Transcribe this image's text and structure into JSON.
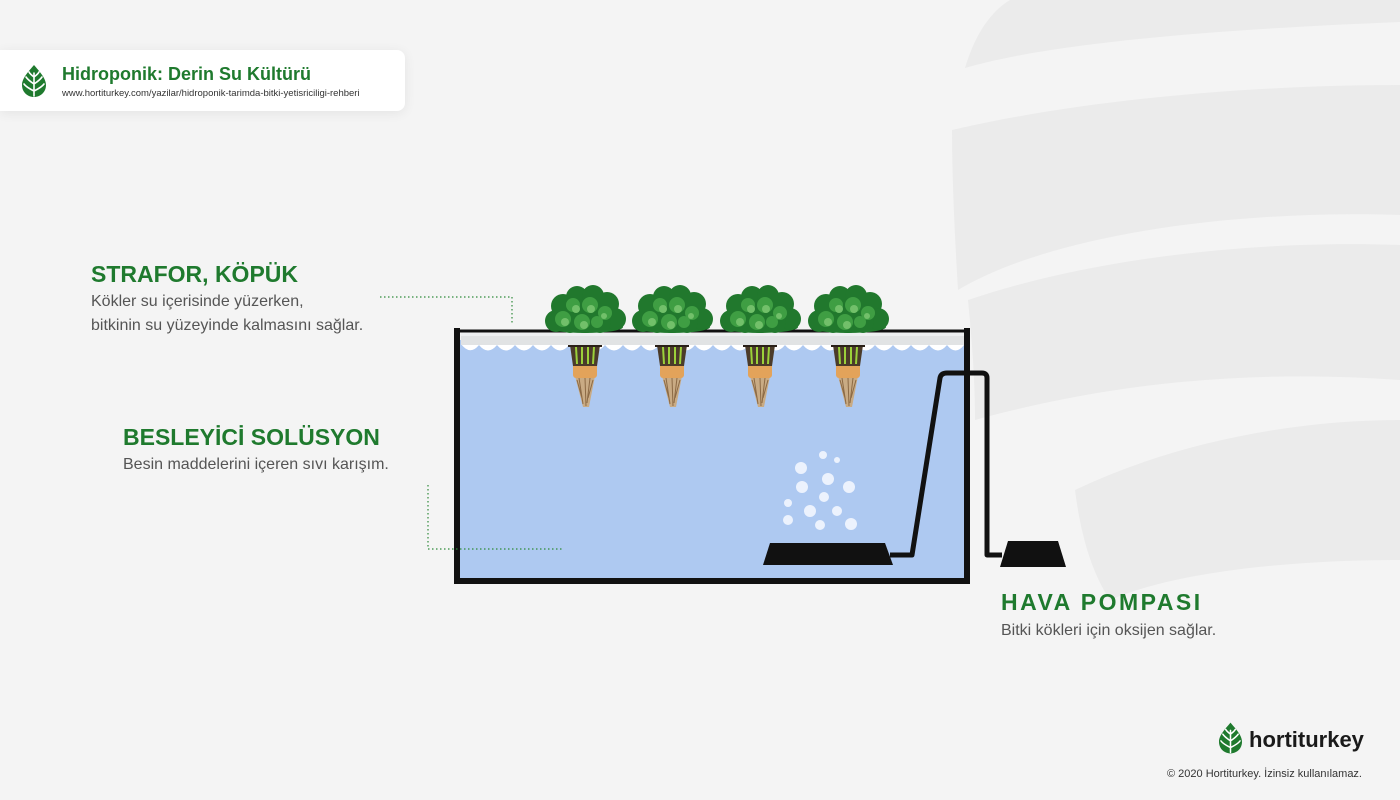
{
  "header": {
    "title": "Hidroponik: Derin Su Kültürü",
    "url": "www.hortiturkey.com/yazilar/hidroponik-tarimda-bitki-yetisriciligi-rehberi",
    "icon": "leaf-logo-icon"
  },
  "diagram": {
    "foam": {
      "title": "STRAFOR, KÖPÜK",
      "lines": [
        "Kökler su içerisinde yüzerken,",
        "bitkinin su yüzeyinde kalmasını sağlar."
      ]
    },
    "solution": {
      "title": "BESLEYİCİ SOLÜSYON",
      "desc": "Besin maddelerini içeren sıvı karışım."
    },
    "pump": {
      "title": "HAVA POMPASI",
      "desc": "Bitki kökleri için oksijen sağlar."
    }
  },
  "footer": {
    "brand": "hortiturkey",
    "copyright": "© 2020 Hortiturkey. İzinsiz kullanılamaz.",
    "icon": "leaf-logo-icon"
  },
  "colors": {
    "accent": "#1f7a2e",
    "text": "#555555",
    "water": "#aec9f1",
    "background": "#f4f4f4"
  }
}
